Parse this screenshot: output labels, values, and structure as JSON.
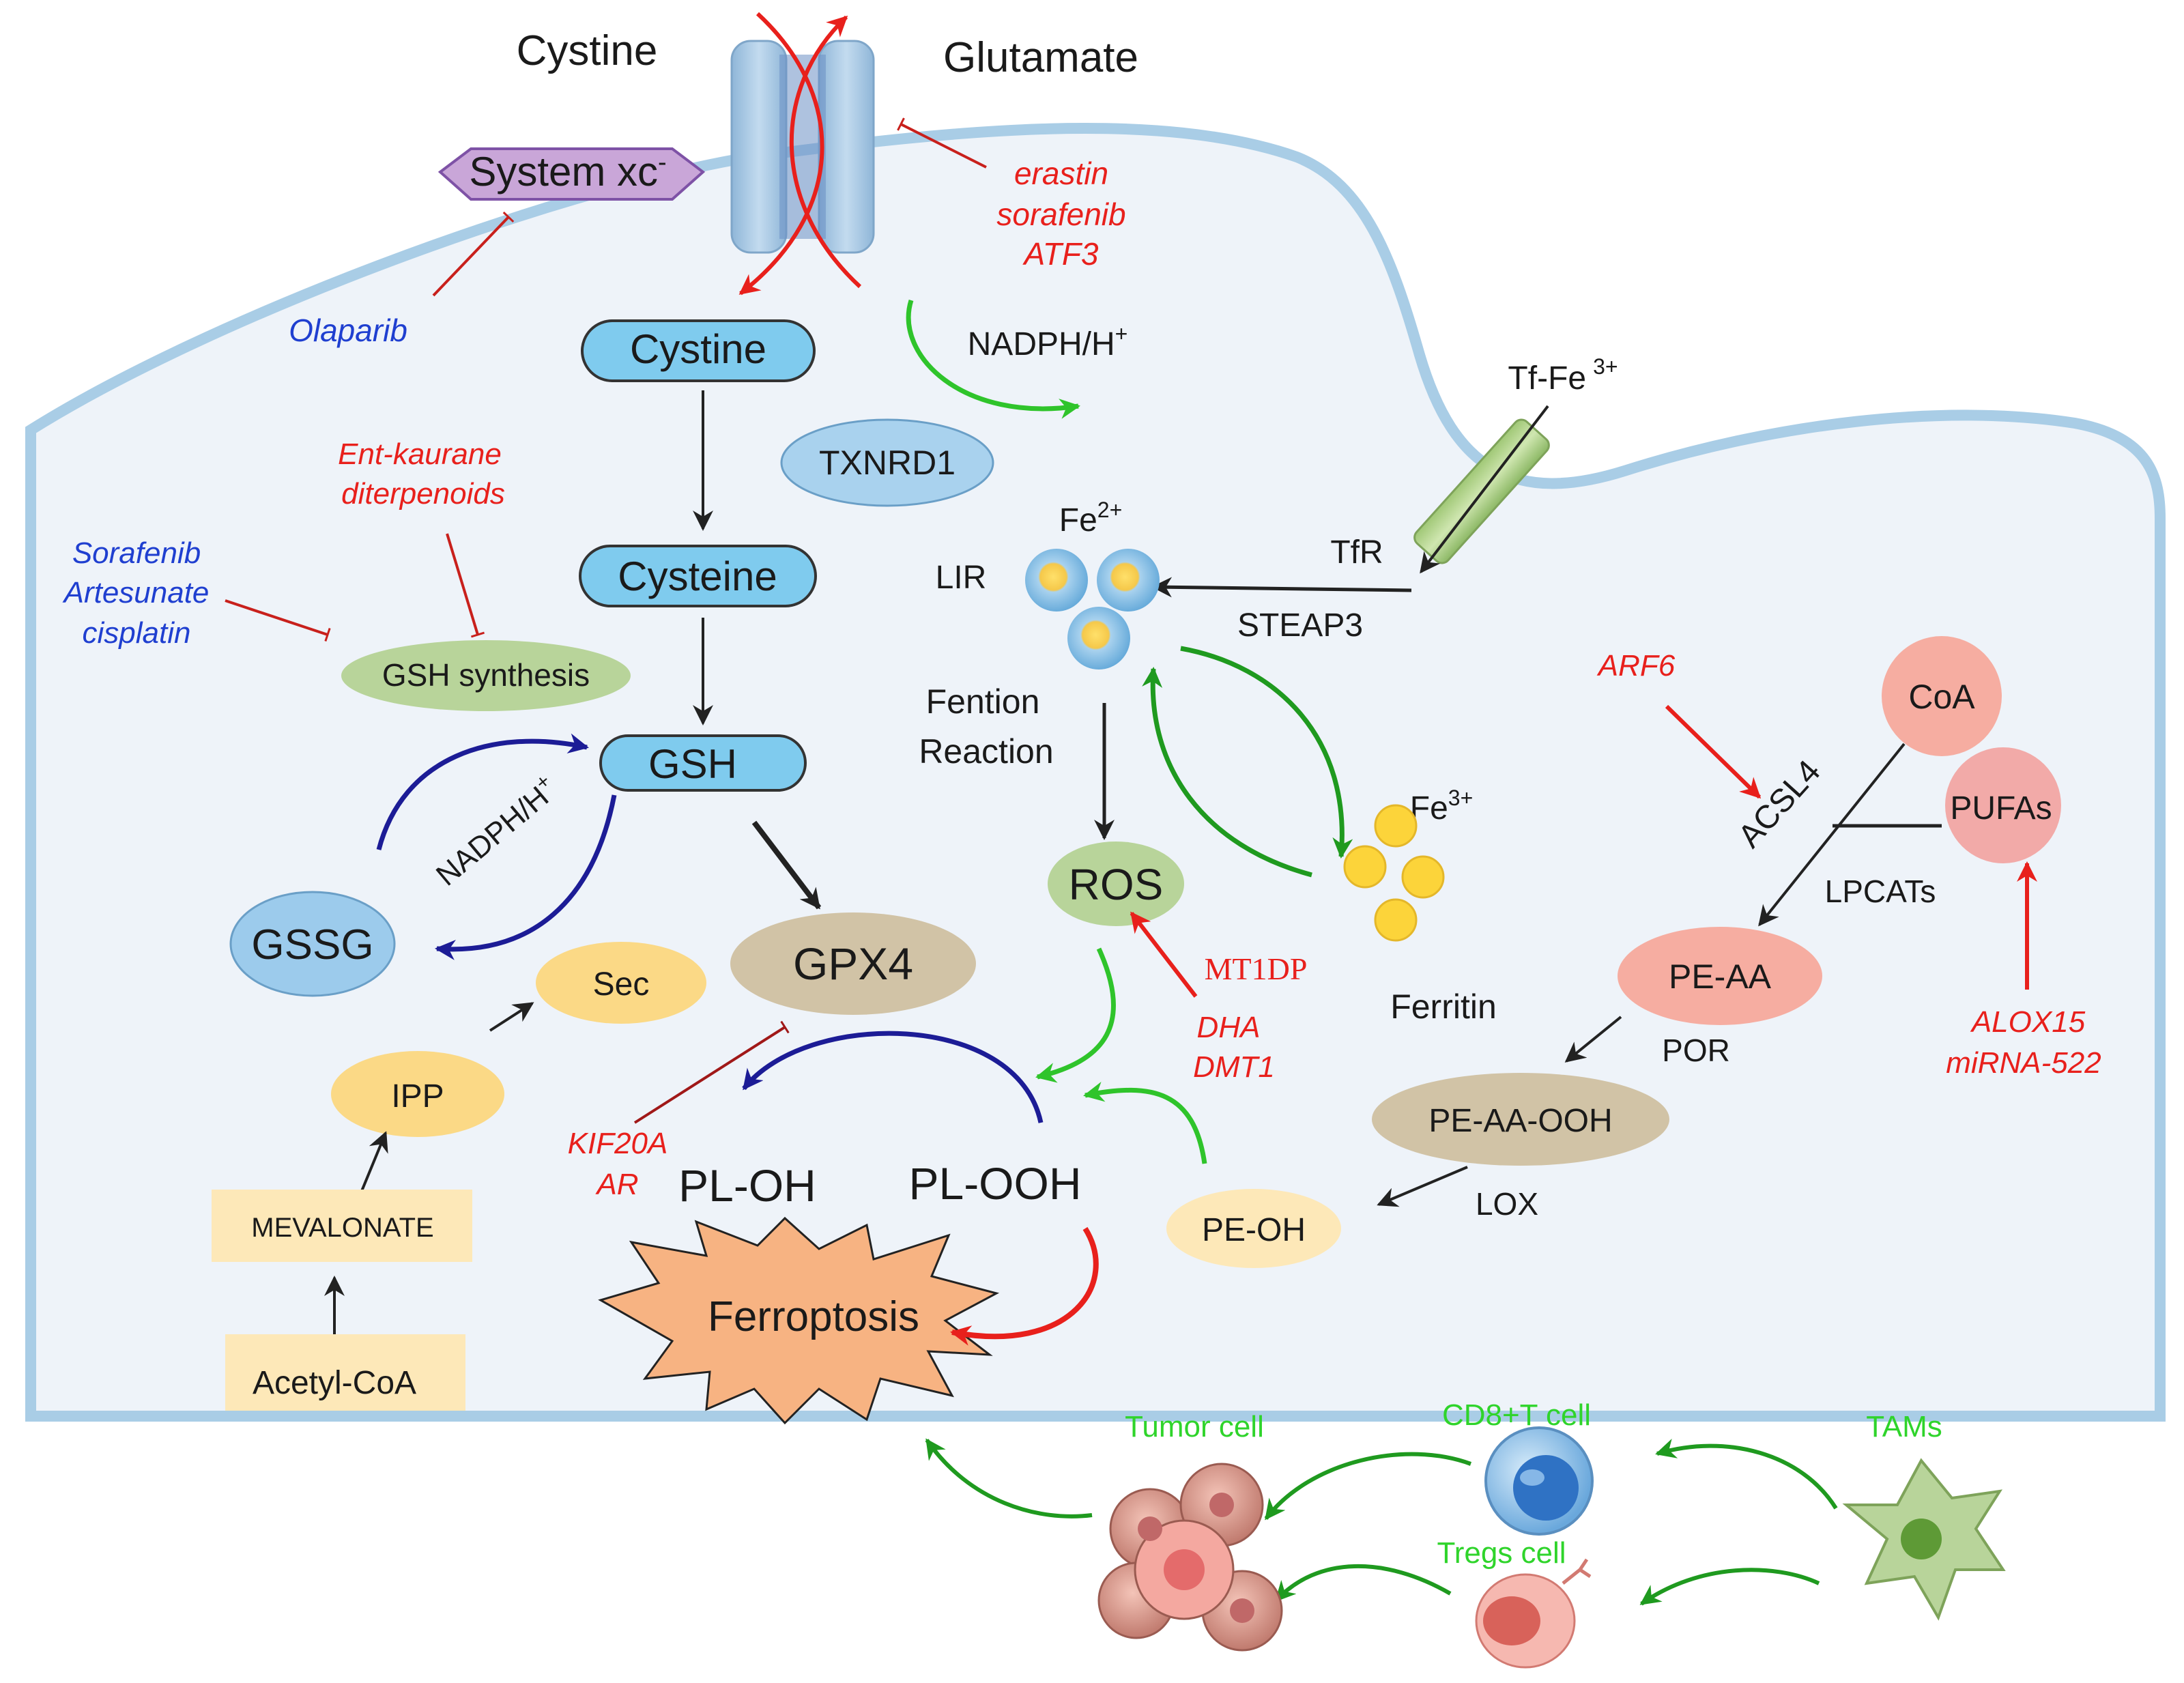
{
  "labels": {
    "cystine_outside": "Cystine",
    "glutamate": "Glutamate",
    "system_xc": "System xc",
    "system_xc_sup": "-",
    "cystine_node": "Cystine",
    "cysteine_node": "Cysteine",
    "gsh_node": "GSH",
    "gssg_node": "GSSG",
    "gpx4_node": "GPX4",
    "sec_node": "Sec",
    "ipp_node": "IPP",
    "mevalonate_node": "MEVALONATE",
    "acetylcoa_node": "Acetyl-CoA",
    "gsh_synthesis": "GSH synthesis",
    "nadph_top": "NADPH/H",
    "nadph_top_sup": "+",
    "nadph_left": "NADPH/H",
    "nadph_left_sup": "+",
    "txnrd1": "TXNRD1",
    "fe2": "Fe",
    "fe2_sup": "2+",
    "lir": "LIR",
    "tffe": "Tf-Fe",
    "tffe_sup": "3+",
    "tfr": "TfR",
    "steap3": "STEAP3",
    "fention_1": "Fention",
    "fention_2": "Reaction",
    "fe3": "Fe",
    "fe3_sup": "3+",
    "ros": "ROS",
    "ferritin": "Ferritin",
    "pl_oh": "PL-OH",
    "pl_ooh": "PL-OOH",
    "ferroptosis": "Ferroptosis",
    "coa": "CoA",
    "pufas": "PUFAs",
    "acsl4": "ACSL4",
    "lpcats": "LPCATs",
    "pe_aa": "PE-AA",
    "por": "POR",
    "pe_aa_ooh": "PE-AA-OOH",
    "lox": "LOX",
    "pe_oh": "PE-OH"
  },
  "regulators": {
    "erastin_group": [
      "erastin",
      "sorafenib",
      "ATF3"
    ],
    "olaparib": "Olaparib",
    "ent_kaurane": [
      "Ent-kaurane",
      "diterpenoids"
    ],
    "sorafenib_group": [
      "Sorafenib",
      "Artesunate",
      "cisplatin"
    ],
    "arf6": "ARF6",
    "alox15_group": [
      "ALOX15",
      "miRNA-522"
    ],
    "mt1dp": "MT1DP",
    "dha_group": [
      "DHA",
      "DMT1"
    ],
    "kif20a_group": [
      "KIF20A",
      "AR"
    ]
  },
  "immune": {
    "tumor_cell": "Tumor cell",
    "cd8_cell": "CD8+T cell",
    "tregs_cell": "Tregs  cell",
    "tams": "TAMs"
  },
  "colors": {
    "membrane": "#a9cde6",
    "cytoplasm": "#eef3f9",
    "inhibitor_red": "#e8201c",
    "inhibitor_blue": "#1f3fd0",
    "arrow_green": "#1f9a1f",
    "bright_green": "#2fd42b",
    "navy": "#1c1c96"
  }
}
